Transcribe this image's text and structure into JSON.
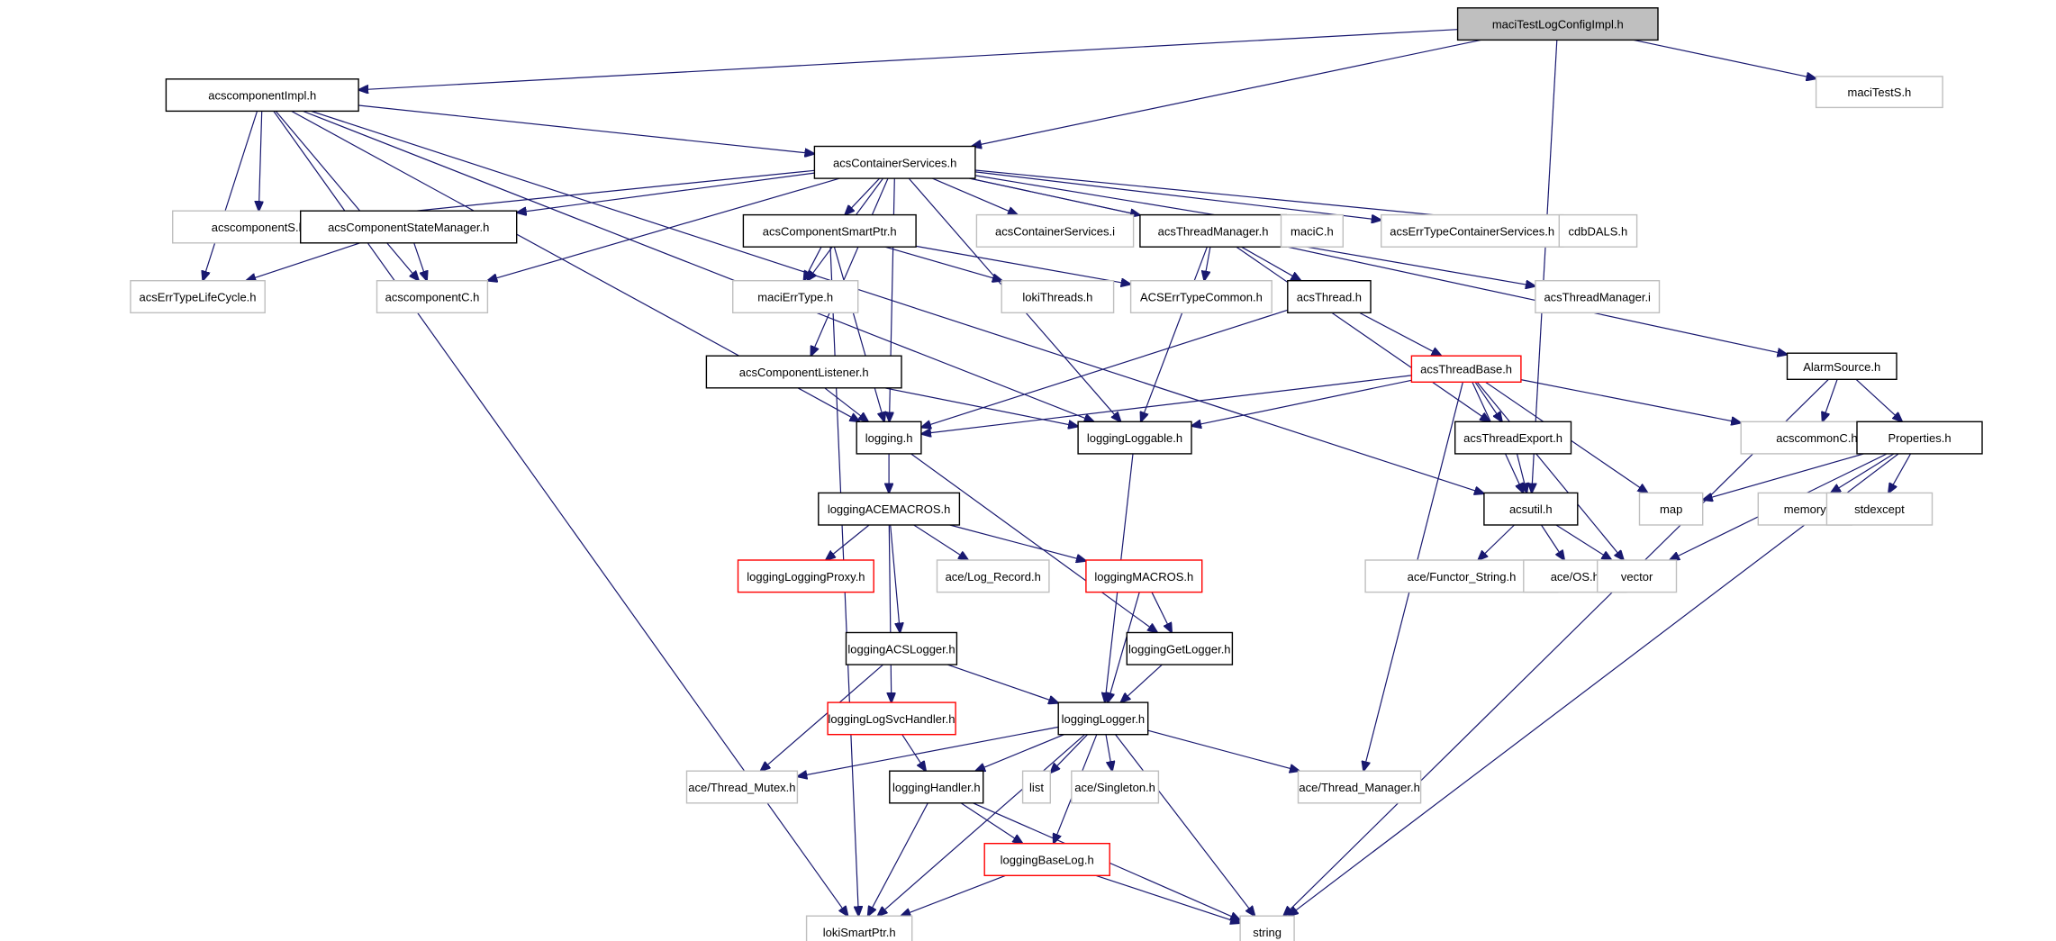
{
  "title": "maciTestLogConfigImpl.h include dependency graph",
  "colors": {
    "edge": "#191970",
    "root_fill": "#bfbfbf",
    "documented_border": "#000000",
    "undocumented_border": "#bfbfbf",
    "truncated_border": "#ff0000"
  },
  "nodes": [
    {
      "id": "maciTestLogConfigImpl",
      "label": "maciTestLogConfigImpl.h",
      "kind": "root"
    },
    {
      "id": "acscomponentImpl",
      "label": "acscomponentImpl.h",
      "kind": "documented"
    },
    {
      "id": "maciTestS",
      "label": "maciTestS.h",
      "kind": "undocumented"
    },
    {
      "id": "acsContainerServices",
      "label": "acsContainerServices.h",
      "kind": "documented"
    },
    {
      "id": "acscomponentS",
      "label": "acscomponentS.h",
      "kind": "undocumented"
    },
    {
      "id": "acsComponentStateManager",
      "label": "acsComponentStateManager.h",
      "kind": "documented"
    },
    {
      "id": "acsComponentSmartPtr",
      "label": "acsComponentSmartPtr.h",
      "kind": "documented"
    },
    {
      "id": "acsContainerServicesI",
      "label": "acsContainerServices.i",
      "kind": "undocumented"
    },
    {
      "id": "acsThreadManager",
      "label": "acsThreadManager.h",
      "kind": "documented"
    },
    {
      "id": "maciC",
      "label": "maciC.h",
      "kind": "undocumented"
    },
    {
      "id": "acsErrTypeContainerServices",
      "label": "acsErrTypeContainerServices.h",
      "kind": "undocumented"
    },
    {
      "id": "cdbDALS",
      "label": "cdbDALS.h",
      "kind": "undocumented"
    },
    {
      "id": "acsErrTypeLifeCycle",
      "label": "acsErrTypeLifeCycle.h",
      "kind": "undocumented"
    },
    {
      "id": "acscomponentC",
      "label": "acscomponentC.h",
      "kind": "undocumented"
    },
    {
      "id": "maciErrType",
      "label": "maciErrType.h",
      "kind": "undocumented"
    },
    {
      "id": "lokiThreads",
      "label": "lokiThreads.h",
      "kind": "undocumented"
    },
    {
      "id": "ACSErrTypeCommon",
      "label": "ACSErrTypeCommon.h",
      "kind": "undocumented"
    },
    {
      "id": "acsThread",
      "label": "acsThread.h",
      "kind": "documented"
    },
    {
      "id": "acsThreadManagerI",
      "label": "acsThreadManager.i",
      "kind": "undocumented"
    },
    {
      "id": "AlarmSource",
      "label": "AlarmSource.h",
      "kind": "documented"
    },
    {
      "id": "acsComponentListener",
      "label": "acsComponentListener.h",
      "kind": "documented"
    },
    {
      "id": "acsThreadBase",
      "label": "acsThreadBase.h",
      "kind": "truncated"
    },
    {
      "id": "logging",
      "label": "logging.h",
      "kind": "documented"
    },
    {
      "id": "loggingLoggable",
      "label": "loggingLoggable.h",
      "kind": "documented"
    },
    {
      "id": "acsThreadExport",
      "label": "acsThreadExport.h",
      "kind": "documented"
    },
    {
      "id": "acscommonC",
      "label": "acscommonC.h",
      "kind": "undocumented"
    },
    {
      "id": "Properties",
      "label": "Properties.h",
      "kind": "documented"
    },
    {
      "id": "acsutil",
      "label": "acsutil.h",
      "kind": "documented"
    },
    {
      "id": "map",
      "label": "map",
      "kind": "undocumented"
    },
    {
      "id": "memory",
      "label": "memory",
      "kind": "undocumented"
    },
    {
      "id": "stdexcept",
      "label": "stdexcept",
      "kind": "undocumented"
    },
    {
      "id": "loggingACEMACROS",
      "label": "loggingACEMACROS.h",
      "kind": "documented"
    },
    {
      "id": "loggingLoggingProxy",
      "label": "loggingLoggingProxy.h",
      "kind": "truncated"
    },
    {
      "id": "aceLogRecord",
      "label": "ace/Log_Record.h",
      "kind": "undocumented"
    },
    {
      "id": "loggingMACROS",
      "label": "loggingMACROS.h",
      "kind": "truncated"
    },
    {
      "id": "aceFunctorString",
      "label": "ace/Functor_String.h",
      "kind": "undocumented"
    },
    {
      "id": "aceOS",
      "label": "ace/OS.h",
      "kind": "undocumented"
    },
    {
      "id": "vector",
      "label": "vector",
      "kind": "undocumented"
    },
    {
      "id": "loggingACSLogger",
      "label": "loggingACSLogger.h",
      "kind": "documented"
    },
    {
      "id": "loggingGetLogger",
      "label": "loggingGetLogger.h",
      "kind": "documented"
    },
    {
      "id": "loggingLogSvcHandler",
      "label": "loggingLogSvcHandler.h",
      "kind": "truncated"
    },
    {
      "id": "loggingLogger",
      "label": "loggingLogger.h",
      "kind": "documented"
    },
    {
      "id": "aceThreadMutex",
      "label": "ace/Thread_Mutex.h",
      "kind": "undocumented"
    },
    {
      "id": "loggingHandler",
      "label": "loggingHandler.h",
      "kind": "documented"
    },
    {
      "id": "list",
      "label": "list",
      "kind": "undocumented"
    },
    {
      "id": "aceSingleton",
      "label": "ace/Singleton.h",
      "kind": "undocumented"
    },
    {
      "id": "aceThreadManager",
      "label": "ace/Thread_Manager.h",
      "kind": "undocumented"
    },
    {
      "id": "loggingBaseLog",
      "label": "loggingBaseLog.h",
      "kind": "truncated"
    },
    {
      "id": "lokiSmartPtr",
      "label": "lokiSmartPtr.h",
      "kind": "undocumented"
    },
    {
      "id": "string",
      "label": "string",
      "kind": "undocumented"
    }
  ],
  "edges": [
    [
      "maciTestLogConfigImpl",
      "acscomponentImpl"
    ],
    [
      "maciTestLogConfigImpl",
      "acsContainerServices"
    ],
    [
      "maciTestLogConfigImpl",
      "maciTestS"
    ],
    [
      "maciTestLogConfigImpl",
      "acsutil"
    ],
    [
      "acscomponentImpl",
      "acsContainerServices"
    ],
    [
      "acscomponentImpl",
      "acscomponentS"
    ],
    [
      "acscomponentImpl",
      "acsErrTypeLifeCycle"
    ],
    [
      "acscomponentImpl",
      "acscomponentC"
    ],
    [
      "acscomponentImpl",
      "logging"
    ],
    [
      "acscomponentImpl",
      "loggingLoggable"
    ],
    [
      "acscomponentImpl",
      "lokiSmartPtr"
    ],
    [
      "acscomponentImpl",
      "acsutil"
    ],
    [
      "acsContainerServices",
      "acscomponentS"
    ],
    [
      "acsContainerServices",
      "acsComponentStateManager"
    ],
    [
      "acsContainerServices",
      "acscomponentC"
    ],
    [
      "acsContainerServices",
      "acsComponentSmartPtr"
    ],
    [
      "acsContainerServices",
      "acsContainerServicesI"
    ],
    [
      "acsContainerServices",
      "acsThreadManager"
    ],
    [
      "acsContainerServices",
      "maciC"
    ],
    [
      "acsContainerServices",
      "acsErrTypeContainerServices"
    ],
    [
      "acsContainerServices",
      "cdbDALS"
    ],
    [
      "acsContainerServices",
      "maciErrType"
    ],
    [
      "acsContainerServices",
      "acsComponentListener"
    ],
    [
      "acsContainerServices",
      "logging"
    ],
    [
      "acsContainerServices",
      "loggingLoggable"
    ],
    [
      "acsContainerServices",
      "AlarmSource"
    ],
    [
      "acsComponentStateManager",
      "acsErrTypeLifeCycle"
    ],
    [
      "acsComponentStateManager",
      "acscomponentC"
    ],
    [
      "acsComponentSmartPtr",
      "maciErrType"
    ],
    [
      "acsComponentSmartPtr",
      "lokiThreads"
    ],
    [
      "acsComponentSmartPtr",
      "ACSErrTypeCommon"
    ],
    [
      "acsComponentSmartPtr",
      "logging"
    ],
    [
      "acsComponentSmartPtr",
      "lokiSmartPtr"
    ],
    [
      "acsThreadManager",
      "ACSErrTypeCommon"
    ],
    [
      "acsThreadManager",
      "acsThread"
    ],
    [
      "acsThreadManager",
      "acsThreadManagerI"
    ],
    [
      "acsThreadManager",
      "loggingLoggable"
    ],
    [
      "acsThreadManager",
      "acsThreadExport"
    ],
    [
      "acsThread",
      "acsThreadBase"
    ],
    [
      "acsThread",
      "logging"
    ],
    [
      "acsComponentListener",
      "logging"
    ],
    [
      "acsComponentListener",
      "loggingLoggable"
    ],
    [
      "acsThreadBase",
      "logging"
    ],
    [
      "acsThreadBase",
      "loggingLoggable"
    ],
    [
      "acsThreadBase",
      "acsThreadExport"
    ],
    [
      "acsThreadBase",
      "acsutil"
    ],
    [
      "acsThreadBase",
      "acscommonC"
    ],
    [
      "acsThreadBase",
      "map"
    ],
    [
      "acsThreadBase",
      "vector"
    ],
    [
      "acsThreadBase",
      "aceThreadManager"
    ],
    [
      "AlarmSource",
      "acscommonC"
    ],
    [
      "AlarmSource",
      "Properties"
    ],
    [
      "AlarmSource",
      "string"
    ],
    [
      "Properties",
      "map"
    ],
    [
      "Properties",
      "memory"
    ],
    [
      "Properties",
      "stdexcept"
    ],
    [
      "Properties",
      "vector"
    ],
    [
      "Properties",
      "string"
    ],
    [
      "acsThreadExport",
      "acsutil"
    ],
    [
      "acsutil",
      "aceFunctorString"
    ],
    [
      "acsutil",
      "aceOS"
    ],
    [
      "acsutil",
      "vector"
    ],
    [
      "logging",
      "loggingACEMACROS"
    ],
    [
      "logging",
      "loggingGetLogger"
    ],
    [
      "loggingLoggable",
      "loggingLogger"
    ],
    [
      "loggingACEMACROS",
      "loggingLoggingProxy"
    ],
    [
      "loggingACEMACROS",
      "aceLogRecord"
    ],
    [
      "loggingACEMACROS",
      "loggingMACROS"
    ],
    [
      "loggingACEMACROS",
      "loggingACSLogger"
    ],
    [
      "loggingACEMACROS",
      "loggingLogSvcHandler"
    ],
    [
      "loggingMACROS",
      "loggingGetLogger"
    ],
    [
      "loggingMACROS",
      "loggingLogger"
    ],
    [
      "loggingGetLogger",
      "loggingLogger"
    ],
    [
      "loggingACSLogger",
      "loggingLogger"
    ],
    [
      "loggingACSLogger",
      "aceThreadMutex"
    ],
    [
      "loggingLogSvcHandler",
      "loggingHandler"
    ],
    [
      "loggingLogger",
      "aceThreadMutex"
    ],
    [
      "loggingLogger",
      "loggingHandler"
    ],
    [
      "loggingLogger",
      "list"
    ],
    [
      "loggingLogger",
      "aceSingleton"
    ],
    [
      "loggingLogger",
      "aceThreadManager"
    ],
    [
      "loggingLogger",
      "loggingBaseLog"
    ],
    [
      "loggingLogger",
      "lokiSmartPtr"
    ],
    [
      "loggingLogger",
      "string"
    ],
    [
      "loggingHandler",
      "loggingBaseLog"
    ],
    [
      "loggingHandler",
      "lokiSmartPtr"
    ],
    [
      "loggingHandler",
      "string"
    ],
    [
      "loggingBaseLog",
      "lokiSmartPtr"
    ],
    [
      "loggingBaseLog",
      "string"
    ]
  ]
}
